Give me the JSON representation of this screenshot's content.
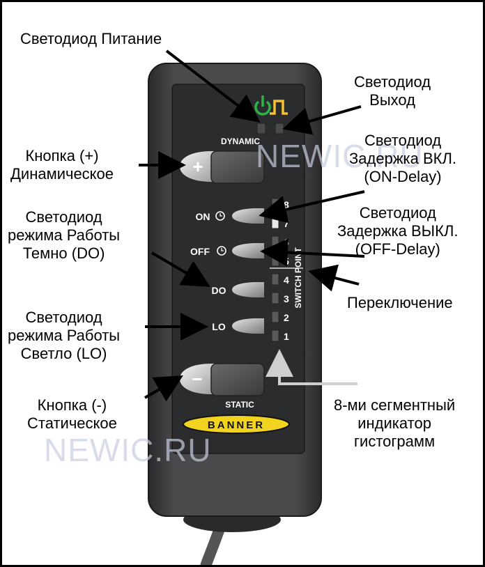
{
  "callouts": {
    "power_led": "Светодиод Питание",
    "output_led": "Светодиод\nВыход",
    "plus_button": "Кнопка (+)\nДинамическое",
    "on_delay_led": "Светодиод\nЗадержка ВКЛ.\n(ON-Delay)",
    "off_delay_led": "Светодиод\nЗадержка ВЫКЛ.\n(OFF-Delay)",
    "dark_mode_led": "Светодиод\nрежима Работы\nТемно (DO)",
    "switch": "Переключение",
    "light_mode_led": "Светодиод\nрежима Работы\nСветло (LO)",
    "minus_button": "Кнопка (-)\nСтатическое",
    "bargraph": "8-ми сегментный\nиндикатор\nгистограмм"
  },
  "device": {
    "dynamic_label": "DYNAMIC",
    "static_label": "STATIC",
    "plus_symbol": "+",
    "minus_symbol": "−",
    "on_label": "ON",
    "off_label": "OFF",
    "do_label": "DO",
    "lo_label": "LO",
    "switch_point_label": "SWITCH POINT",
    "brand": "BANNER",
    "segments": [
      "8",
      "7",
      "6",
      "5",
      "4",
      "3",
      "2",
      "1"
    ]
  },
  "watermark": "NEWIC.RU",
  "colors": {
    "power_icon": "#2db34a",
    "output_icon": "#f2c230",
    "brand_bg": "#f2d320",
    "housing": "#3a3a3c"
  }
}
